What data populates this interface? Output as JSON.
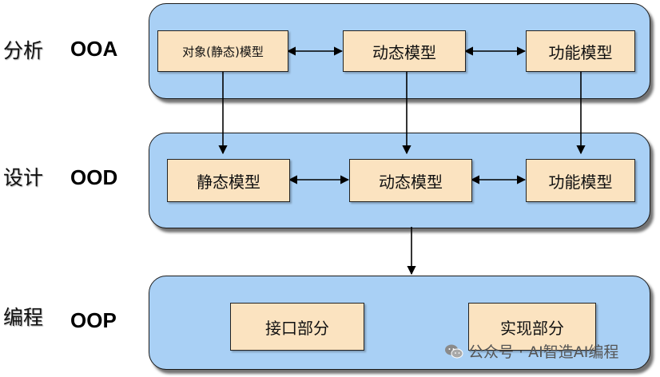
{
  "stages": [
    {
      "label": "分析",
      "code": "OOA"
    },
    {
      "label": "设计",
      "code": "OOD"
    },
    {
      "label": "编程",
      "code": "OOP"
    }
  ],
  "ooa": {
    "box1": "对象(静态)模型",
    "box2": "动态模型",
    "box3": "功能模型"
  },
  "ood": {
    "box1": "静态模型",
    "box2": "动态模型",
    "box3": "功能模型"
  },
  "oop": {
    "box1": "接口部分",
    "box2": "实现部分"
  },
  "watermark": {
    "text": "公众号 · AI智造AI编程",
    "icon": "wechat-icon"
  },
  "colors": {
    "panel": "#a9d0f5",
    "box": "#fbe3c0",
    "line": "#000000"
  }
}
